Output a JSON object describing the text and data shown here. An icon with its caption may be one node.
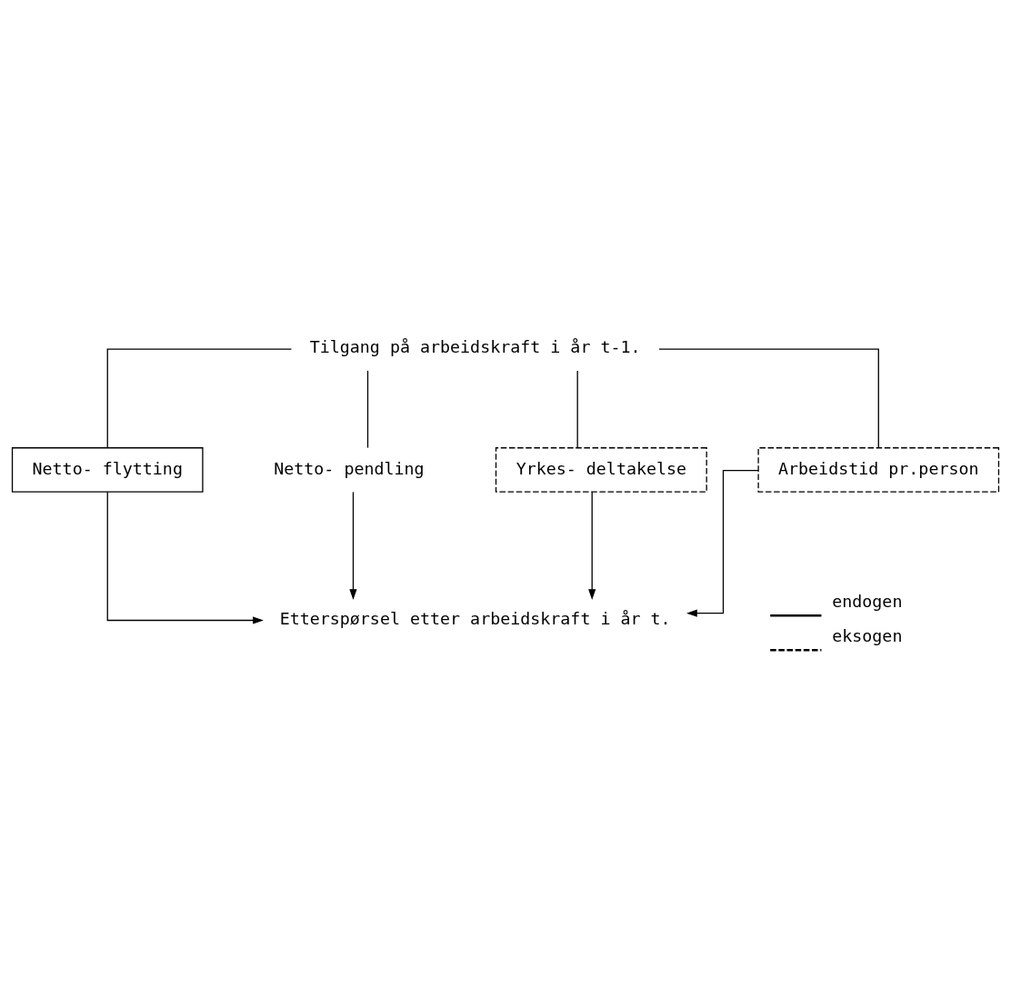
{
  "diagram": {
    "nodes": [
      {
        "text": [
          "Tilgang på arbeidskraft i år t-1."
        ]
      },
      {
        "text": [
          "Netto- flytting"
        ]
      },
      {
        "text": [
          "Netto- pendling"
        ]
      },
      {
        "text": [
          "Yrkes- deltakelse"
        ]
      },
      {
        "text": [
          "Arbeidstid pr.person"
        ]
      },
      {
        "text": [
          "Etterspørsel etter arbeidskraft i år t."
        ]
      }
    ],
    "edges": [
      {
        "from": 0,
        "to": 1,
        "arrow": "none"
      },
      {
        "from": 0,
        "to": 2,
        "arrow": "none"
      },
      {
        "from": 0,
        "to": 3,
        "arrow": "none"
      },
      {
        "from": 0,
        "to": 4,
        "arrow": "none"
      },
      {
        "from": 1,
        "to": 5,
        "arrow": "to"
      },
      {
        "from": 2,
        "to": 5,
        "arrow": "to"
      },
      {
        "from": 3,
        "to": 5,
        "arrow": "to"
      },
      {
        "from": 4,
        "to": 5,
        "arrow": "to"
      }
    ],
    "legend": [
      {
        "text": "endogen"
      },
      {
        "text": "eksogen"
      }
    ]
  }
}
